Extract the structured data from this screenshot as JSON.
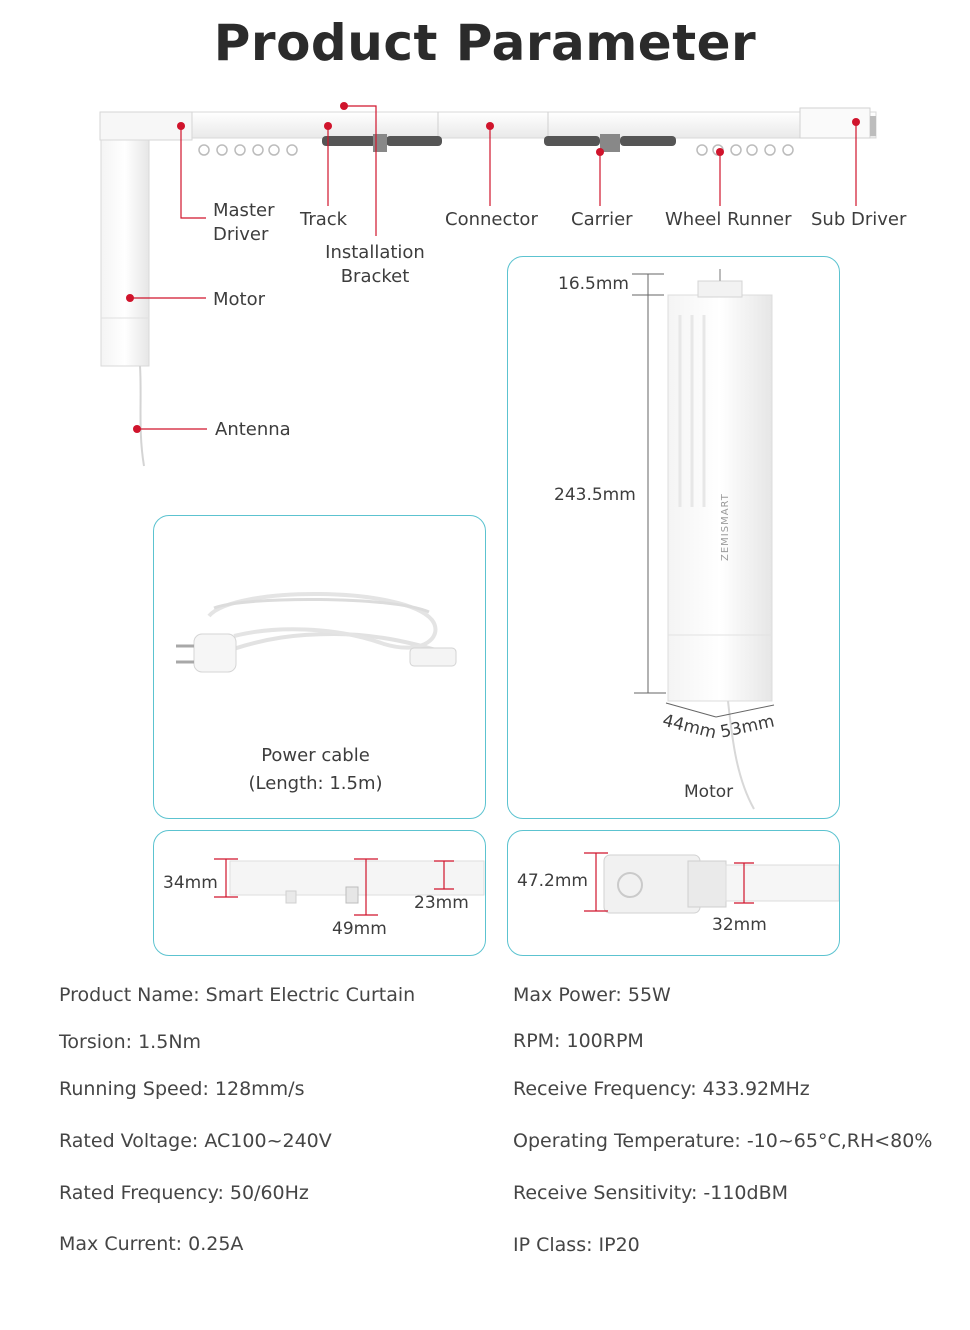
{
  "title": "Product Parameter",
  "components": {
    "master_driver_line1": "Master",
    "master_driver_line2": "Driver",
    "track": "Track",
    "installation_bracket_line1": "Installation",
    "installation_bracket_line2": "Bracket",
    "connector": "Connector",
    "carrier": "Carrier",
    "wheel_runner": "Wheel Runner",
    "sub_driver": "Sub Driver",
    "motor": "Motor",
    "antenna": "Antenna"
  },
  "power_cable": {
    "label": "Power cable",
    "length": "(Length: 1.5m)"
  },
  "motor_dimensions": {
    "top": "16.5mm",
    "height": "243.5mm",
    "depth": "44mm",
    "width": "53mm",
    "label": "Motor",
    "brand": "ZEMISMART"
  },
  "track_dimensions": {
    "height": "34mm",
    "track_height": "23mm",
    "runner": "49mm"
  },
  "profile_dimensions": {
    "height": "47.2mm",
    "width": "32mm"
  },
  "specs_left": [
    "Product Name: Smart Electric Curtain",
    "Torsion: 1.5Nm",
    "Running Speed: 128mm/s",
    "Rated Voltage: AC100~240V",
    "Rated Frequency: 50/60Hz",
    "Max Current: 0.25A"
  ],
  "specs_right": [
    "Max Power: 55W",
    "RPM: 100RPM",
    "Receive Frequency: 433.92MHz",
    "Operating Temperature: -10~65°C,RH<80%",
    "Receive Sensitivity: -110dBM",
    "IP Class: IP20"
  ],
  "colors": {
    "accent_red": "#d0142c",
    "card_border": "#5cc3d0",
    "text": "#3d3d3d"
  }
}
